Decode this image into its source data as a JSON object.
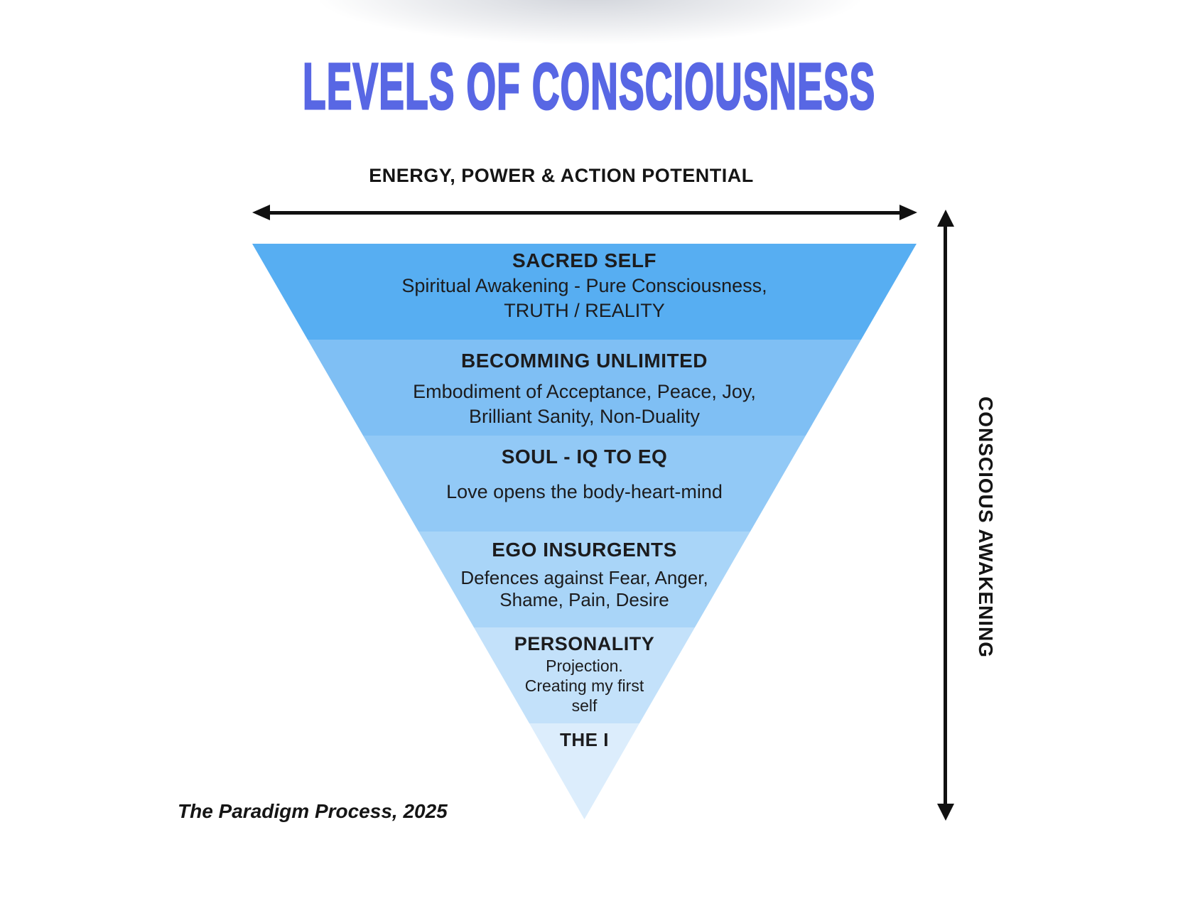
{
  "page": {
    "title": "LEVELS OF CONSCIOUSNESS",
    "attribution": "The Paradigm Process, 2025"
  },
  "axes": {
    "horizontal_label": "ENERGY, POWER & ACTION POTENTIAL",
    "vertical_label": "CONSCIOUS AWAKENING"
  },
  "colors": {
    "title": "#5867e4",
    "arrow": "#111111",
    "body_text": "#1c1c1e"
  },
  "pyramid": {
    "levels": [
      {
        "title": "SACRED SELF",
        "lines": [
          "Spiritual Awakening - Pure Consciousness,",
          "TRUTH / REALITY"
        ],
        "color": "#57aef2"
      },
      {
        "title": "BECOMMING UNLIMITED",
        "lines": [
          "Embodiment of Acceptance, Peace, Joy,",
          "Brilliant Sanity, Non-Duality"
        ],
        "color": "#7fbff4"
      },
      {
        "title": "SOUL - IQ TO EQ",
        "lines": [
          "Love opens the body-heart-mind"
        ],
        "color": "#92c9f6"
      },
      {
        "title": "EGO INSURGENTS",
        "lines": [
          "Defences against Fear, Anger,",
          "Shame, Pain, Desire"
        ],
        "color": "#a9d5f8"
      },
      {
        "title": "PERSONALITY",
        "lines": [
          "Projection.",
          "Creating my first",
          "self"
        ],
        "color": "#c3e1fa"
      },
      {
        "title": "THE I",
        "lines": [],
        "color": "#dcedfc"
      }
    ]
  }
}
